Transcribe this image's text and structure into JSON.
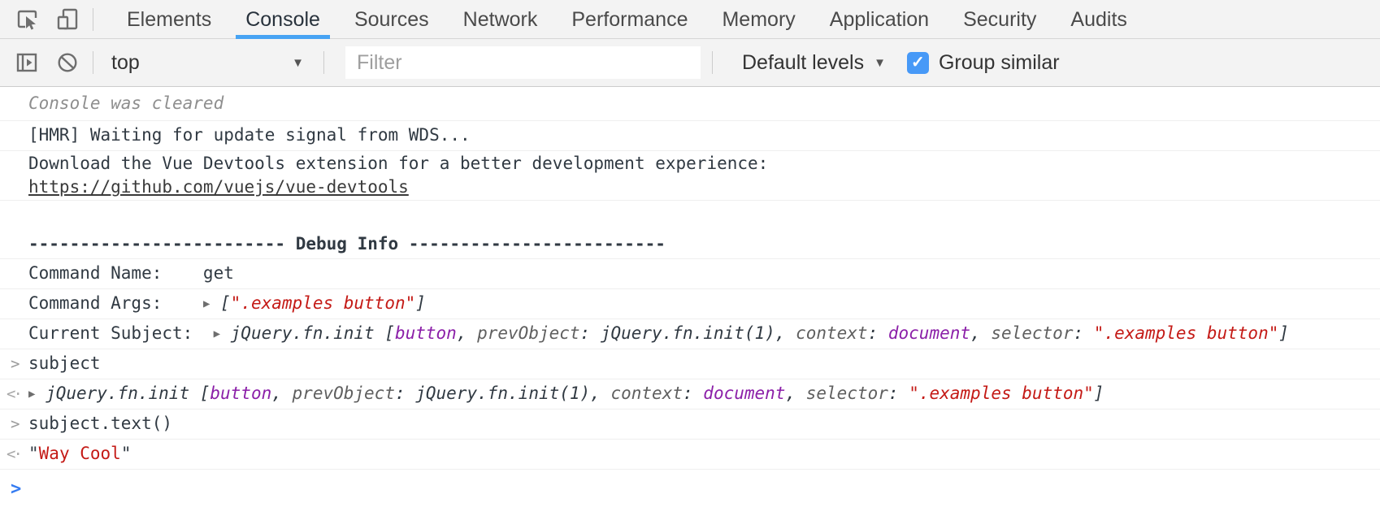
{
  "colors": {
    "accent-blue": "#47a3f3",
    "prompt-blue": "#367cf1",
    "string-red": "#c41a16",
    "node-purple": "#8b1fa8",
    "key-gray": "#5f5f5f",
    "text": "#303942",
    "muted": "#8e8e8e",
    "icon": "#6e6e6e",
    "checkbox-blue": "#4799f7"
  },
  "tabbar": {
    "tabs": [
      {
        "label": "Elements",
        "active": false
      },
      {
        "label": "Console",
        "active": true
      },
      {
        "label": "Sources",
        "active": false
      },
      {
        "label": "Network",
        "active": false
      },
      {
        "label": "Performance",
        "active": false
      },
      {
        "label": "Memory",
        "active": false
      },
      {
        "label": "Application",
        "active": false
      },
      {
        "label": "Security",
        "active": false
      },
      {
        "label": "Audits",
        "active": false
      }
    ]
  },
  "toolbar": {
    "context": "top",
    "filter_placeholder": "Filter",
    "levels": "Default levels",
    "group_similar": "Group similar",
    "group_similar_checked": true,
    "dropdown_arrow": "▼",
    "checkbox_glyph": "✓"
  },
  "console": {
    "markers": {
      "input": ">",
      "output": "<·",
      "prompt": ">"
    },
    "rows": [
      {
        "name": "console-cleared-message",
        "cls": "cleared",
        "segments": [
          {
            "t": "Console was cleared",
            "c": "gray"
          }
        ]
      },
      {
        "name": "log-hmr",
        "segments": [
          {
            "t": "[HMR] Waiting for update signal from WDS...",
            "c": "dark"
          }
        ]
      },
      {
        "name": "log-vue-devtools",
        "cls": "vue",
        "segments": [
          {
            "t": "Download the Vue Devtools extension for a better development experience:",
            "c": "dark"
          },
          {
            "br": true
          },
          {
            "t": "https://github.com/vuejs/vue-devtools",
            "c": "link",
            "name": "vue-devtools-link",
            "i": true
          }
        ]
      },
      {
        "name": "log-blank-line",
        "cls": "empty",
        "segments": []
      },
      {
        "name": "log-debug-info-header",
        "cls": "debug",
        "segments": [
          {
            "t": "------------------------- Debug Info -------------------------",
            "c": "bold"
          }
        ]
      },
      {
        "name": "log-command-name",
        "segments": [
          {
            "t": "Command Name:    get",
            "c": "dark"
          }
        ]
      },
      {
        "name": "log-command-args",
        "segments": [
          {
            "t": "Command Args:    ",
            "c": "dark"
          },
          {
            "t": "▶",
            "c": "expander",
            "name": "expand-arrow-icon",
            "i": true
          },
          {
            "t": " [",
            "c": "obj"
          },
          {
            "t": "\".examples button\"",
            "c": "red-i"
          },
          {
            "t": "]",
            "c": "obj"
          }
        ]
      },
      {
        "name": "log-current-subject",
        "segments": [
          {
            "t": "Current Subject:  ",
            "c": "dark"
          },
          {
            "t": "▶",
            "c": "expander",
            "name": "expand-arrow-icon",
            "i": true
          },
          {
            "t": " jQuery.fn.init [",
            "c": "obj"
          },
          {
            "t": "button",
            "c": "purple-i"
          },
          {
            "t": ", ",
            "c": "obj"
          },
          {
            "t": "prevObject",
            "c": "key"
          },
          {
            "t": ": jQuery.fn.init(1), ",
            "c": "obj"
          },
          {
            "t": "context",
            "c": "key"
          },
          {
            "t": ": ",
            "c": "obj"
          },
          {
            "t": "document",
            "c": "purple-i"
          },
          {
            "t": ", ",
            "c": "obj"
          },
          {
            "t": "selector",
            "c": "key"
          },
          {
            "t": ": ",
            "c": "obj"
          },
          {
            "t": "\".examples button\"",
            "c": "red-i"
          },
          {
            "t": "]",
            "c": "obj"
          }
        ]
      },
      {
        "name": "input-echo-subject",
        "marker": "input",
        "segments": [
          {
            "t": "subject",
            "c": "dark"
          }
        ]
      },
      {
        "name": "result-subject",
        "marker": "output",
        "segments": [
          {
            "t": "▶",
            "c": "expander",
            "name": "expand-arrow-icon",
            "i": true
          },
          {
            "t": " jQuery.fn.init [",
            "c": "obj"
          },
          {
            "t": "button",
            "c": "purple-i"
          },
          {
            "t": ", ",
            "c": "obj"
          },
          {
            "t": "prevObject",
            "c": "key"
          },
          {
            "t": ": jQuery.fn.init(1), ",
            "c": "obj"
          },
          {
            "t": "context",
            "c": "key"
          },
          {
            "t": ": ",
            "c": "obj"
          },
          {
            "t": "document",
            "c": "purple-i"
          },
          {
            "t": ", ",
            "c": "obj"
          },
          {
            "t": "selector",
            "c": "key"
          },
          {
            "t": ": ",
            "c": "obj"
          },
          {
            "t": "\".examples button\"",
            "c": "red-i"
          },
          {
            "t": "]",
            "c": "obj"
          }
        ]
      },
      {
        "name": "input-echo-subject-text",
        "marker": "input",
        "segments": [
          {
            "t": "subject.text()",
            "c": "dark"
          }
        ]
      },
      {
        "name": "result-way-cool",
        "marker": "output",
        "segments": [
          {
            "t": "\"",
            "c": "dark"
          },
          {
            "t": "Way Cool",
            "c": "red"
          },
          {
            "t": "\"",
            "c": "dark"
          }
        ]
      },
      {
        "name": "console-prompt-row",
        "cls": "prompt",
        "marker": "prompt",
        "input": true,
        "segments": []
      }
    ]
  }
}
